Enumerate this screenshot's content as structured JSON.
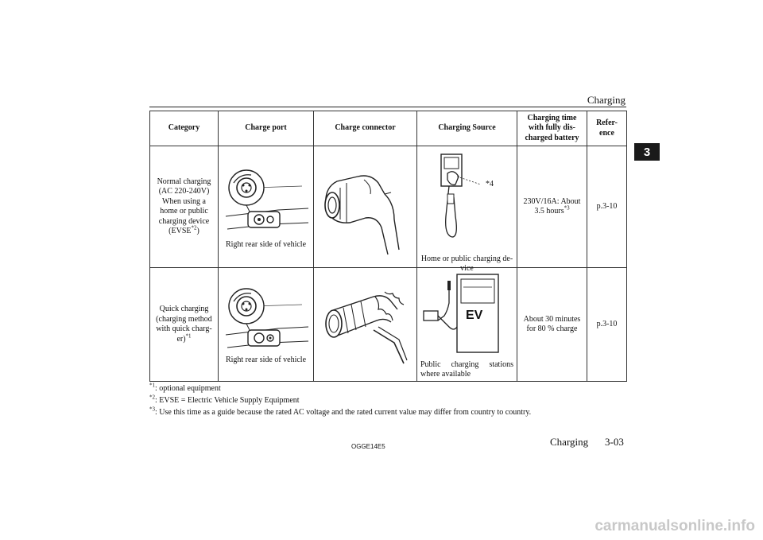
{
  "header": {
    "section_title": "Charging",
    "chapter_tab": "3"
  },
  "table": {
    "columns": [
      "Category",
      "Charge port",
      "Charge connector",
      "Charging Source",
      "Charging time with fully dis-charged battery",
      "Refer-ence"
    ],
    "rows": [
      {
        "category_lines": [
          "Normal charging",
          "(AC 220-240V)",
          "When using a",
          "home or public",
          "charging device"
        ],
        "category_evse": "(EVSE",
        "category_evse_sup": "*2",
        "category_evse_close": ")",
        "port_caption": "Right rear side of vehicle",
        "connector_image": "ac-type2-connector-image",
        "source_callout": "*4",
        "source_caption_lines": [
          "Home or public charging de-",
          "vice"
        ],
        "time_lines": [
          "230V/16A: About",
          "3.5 hours"
        ],
        "time_sup": "*3",
        "reference": "p.3-10"
      },
      {
        "category_lines": [
          "Quick charging",
          "(charging method",
          "with quick charg-"
        ],
        "category_end": "er)",
        "category_end_sup": "*1",
        "port_caption": "Right rear side of vehicle",
        "connector_image": "chademo-connector-image",
        "source_ev_label": "EV",
        "source_caption_lines": [
          "Public charging stations",
          "where available"
        ],
        "time_lines": [
          "About 30 minutes",
          "for 80 % charge"
        ],
        "reference": "p.3-10"
      }
    ]
  },
  "footnotes": [
    {
      "mark": "*1",
      "text": ": optional equipment"
    },
    {
      "mark": "*2",
      "text": ": EVSE = Electric Vehicle Supply Equipment"
    },
    {
      "mark": "*3",
      "text": ": Use this time as a guide because the rated AC voltage and the rated current value may differ from country to country."
    }
  ],
  "footer": {
    "doc_code": "OGGE14E5",
    "section": "Charging",
    "page_number": "3-03"
  },
  "watermark": "carmanualsonline.info"
}
